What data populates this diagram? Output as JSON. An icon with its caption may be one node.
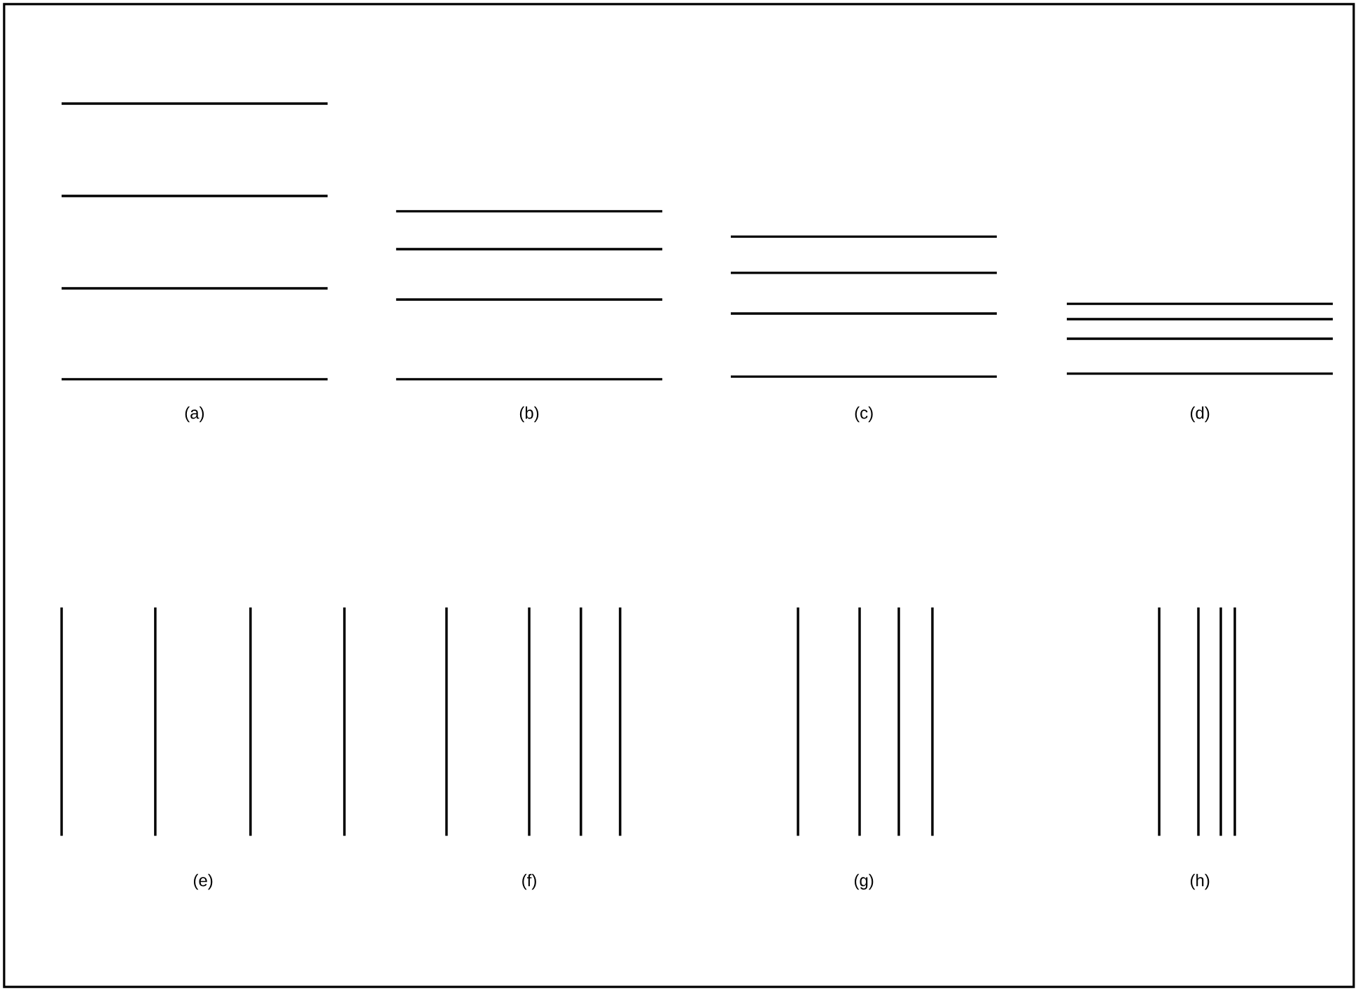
{
  "diagram": {
    "labels": [
      "(a)",
      "(b)",
      "(c)",
      "(d)",
      "(e)",
      "(f)",
      "(g)",
      "(h)"
    ]
  }
}
